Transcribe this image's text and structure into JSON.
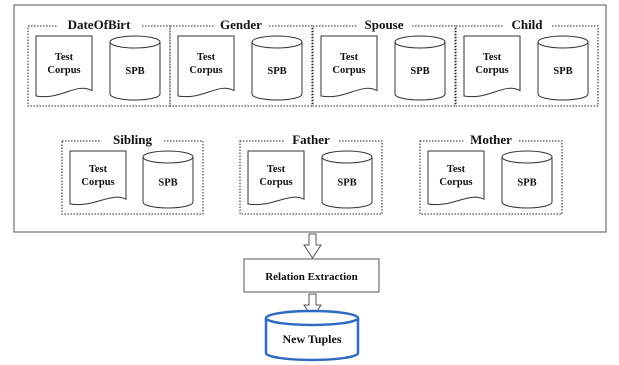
{
  "diagram": {
    "relations": [
      {
        "title": "DateOfBirt",
        "corpus_line1": "Test",
        "corpus_line2": "Corpus",
        "store_label": "SPB"
      },
      {
        "title": "Gender",
        "corpus_line1": "Test",
        "corpus_line2": "Corpus",
        "store_label": "SPB"
      },
      {
        "title": "Spouse",
        "corpus_line1": "Test",
        "corpus_line2": "Corpus",
        "store_label": "SPB"
      },
      {
        "title": "Child",
        "corpus_line1": "Test",
        "corpus_line2": "Corpus",
        "store_label": "SPB"
      },
      {
        "title": "Sibling",
        "corpus_line1": "Test",
        "corpus_line2": "Corpus",
        "store_label": "SPB"
      },
      {
        "title": "Father",
        "corpus_line1": "Test",
        "corpus_line2": "Corpus",
        "store_label": "SPB"
      },
      {
        "title": "Mother",
        "corpus_line1": "Test",
        "corpus_line2": "Corpus",
        "store_label": "SPB"
      }
    ],
    "process": {
      "label": "Relation Extraction"
    },
    "output": {
      "label": "New Tuples"
    },
    "colors": {
      "output_stroke": "#2f6bc4",
      "line": "#333333"
    }
  }
}
